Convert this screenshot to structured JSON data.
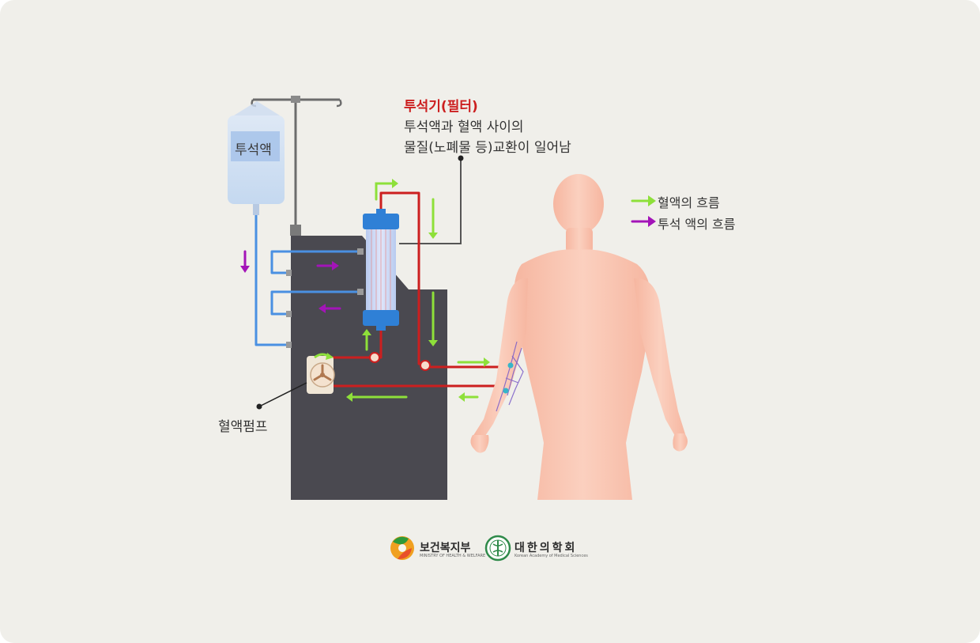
{
  "diagram": {
    "filter_title": "투석기(필터)",
    "filter_desc_line1": "투석액과 혈액 사이의",
    "filter_desc_line2": "물질(노폐물 등)교환이 일어남",
    "dialysate_bag_label": "투석액",
    "pump_label": "혈액펌프"
  },
  "legend": {
    "blood_flow": "혈액의 흐름",
    "dialysate_flow": "투석 액의 흐름"
  },
  "logos": {
    "ministry_name": "보건복지부",
    "ministry_sub": "MINISTRY OF HEALTH & WELFARE",
    "academy_name": "대한의학회",
    "academy_sub": "Korean Academy of Medical Sciences"
  },
  "colors": {
    "background": "#f0efea",
    "machine": "#4a4950",
    "blood_line": "#cc1f1f",
    "dialysate_line": "#4a90e2",
    "blood_arrow": "#8ee03a",
    "dialysate_arrow": "#a314b8",
    "filter_cap": "#2f80d6",
    "skin": "#f8c3ad"
  }
}
